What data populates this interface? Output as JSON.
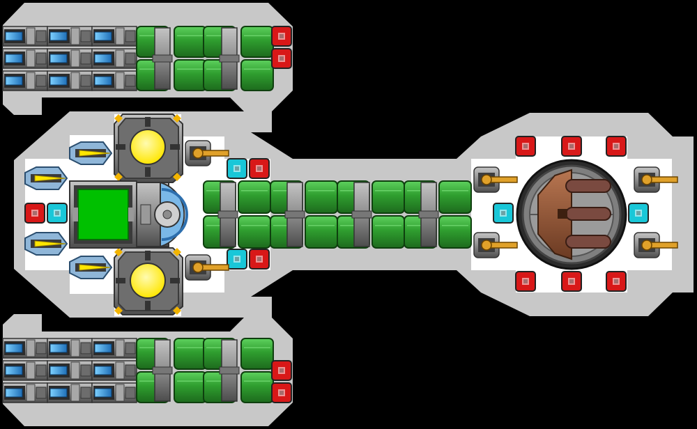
{
  "scene": {
    "type": "ship-blueprint-editor",
    "background_color": "#000000",
    "hull_color": "#c8c8c8",
    "deck_color": "#ffffff"
  },
  "palette": {
    "armor_green": "#2f9e2f",
    "armor_green_dark": "#1d6a1d",
    "armor_green_light": "#5ed15e",
    "steel": "#8d8d8d",
    "steel_dark": "#505050",
    "steel_light": "#b5b5b5",
    "thruster_blue": "#2d8fd6",
    "reactor_yellow": "#ffee00",
    "core_green": "#00c000",
    "gun_orange": "#e0a12a",
    "conn_red": "#d81818",
    "conn_cyan": "#19c7d8",
    "cannon_brown": "#8a5236"
  },
  "modules": {
    "thruster_banks": [
      "top-left-thrusters",
      "bottom-left-thrusters"
    ],
    "armor_segments": [
      "top-wing-armor",
      "spine-armor",
      "bottom-wing-armor"
    ],
    "reactors": [
      "upper-reactor",
      "lower-reactor"
    ],
    "command_core": "command-core",
    "shield_generator": "shield-generator",
    "main_turret": "heavy-cannon-turret",
    "guns": [
      "gun-left-upper",
      "gun-left-lower",
      "gun-right-upper",
      "gun-right-lower",
      "gun-mid-upper",
      "gun-mid-lower"
    ],
    "side_thrusters": [
      "side-thruster-1",
      "side-thruster-2",
      "side-thruster-3",
      "side-thruster-4"
    ]
  }
}
